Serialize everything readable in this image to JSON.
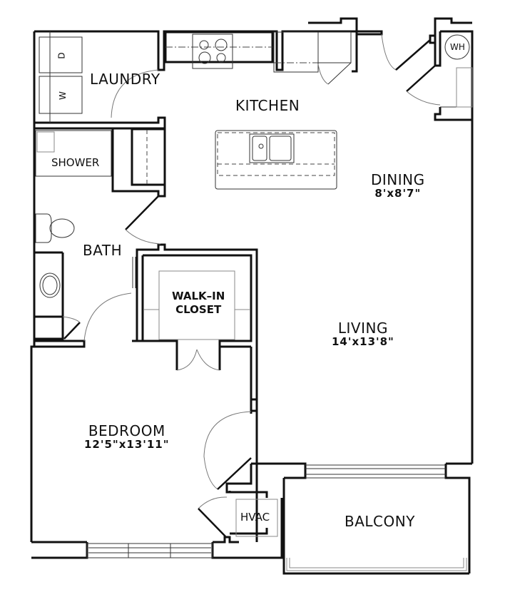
{
  "floor_plan": {
    "rooms": [
      {
        "id": "laundry",
        "label": "LAUNDRY"
      },
      {
        "id": "kitchen",
        "label": "KITCHEN"
      },
      {
        "id": "dining",
        "label": "DINING",
        "dimensions": "8'x8'7\""
      },
      {
        "id": "living",
        "label": "LIVING",
        "dimensions": "14'x13'8\""
      },
      {
        "id": "bath",
        "label": "BATH"
      },
      {
        "id": "walk_in_closet",
        "label": "WALK–IN",
        "label_line2": "CLOSET"
      },
      {
        "id": "bedroom",
        "label": "BEDROOM",
        "dimensions": "12'5\"x13'11\""
      },
      {
        "id": "balcony",
        "label": "BALCONY"
      }
    ],
    "fixtures": {
      "shower": "SHOWER",
      "dryer": "D",
      "washer": "W",
      "water_heater": "WH",
      "hvac": "HVAC"
    },
    "colors": {
      "wall": "#111111",
      "fixture": "#333333",
      "background": "#ffffff"
    }
  }
}
